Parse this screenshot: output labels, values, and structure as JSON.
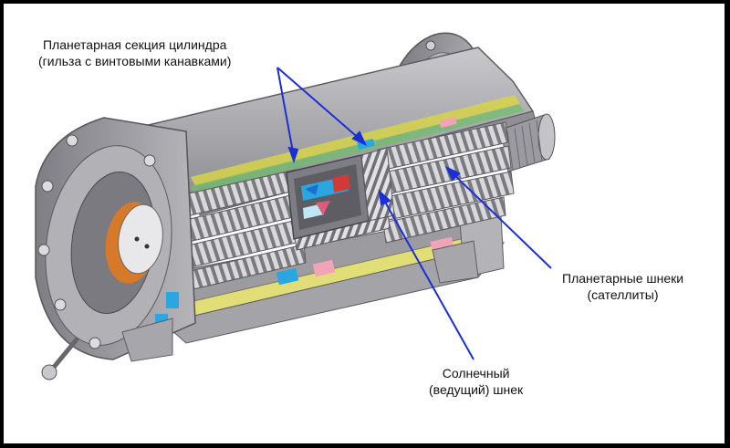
{
  "labels": {
    "planetary_section_line1": "Планетарная секция цилиндра",
    "planetary_section_line2": "(гильза с винтовыми канавками)",
    "planetary_screws_line1": "Планетарные шнеки",
    "planetary_screws_line2": "(сателлиты)",
    "sun_screw_line1": "Солнечный",
    "sun_screw_line2": "(ведущий) шнек"
  },
  "colors": {
    "callout_line": "#1a2fd6",
    "housing_grey": "#a9a9ad",
    "screw_light": "#e8e8ea",
    "screw_dark": "#6f6f75",
    "accent_blue": "#2aa7e0",
    "accent_pink": "#f2a3b8",
    "accent_orange": "#e07a20",
    "accent_yellow": "#d7d24a",
    "accent_green": "#6cbf6a"
  }
}
